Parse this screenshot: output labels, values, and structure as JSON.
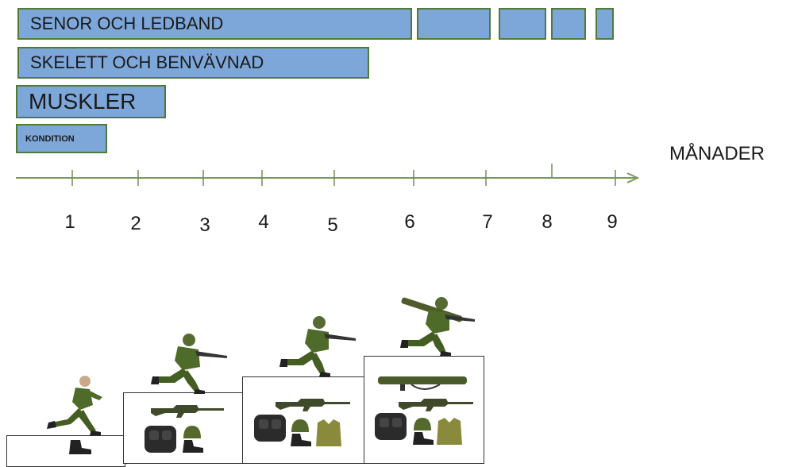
{
  "bars": {
    "tendons": "SENOR OCH LEDBAND",
    "bone": "SKELETT OCH BENVÄVNAD",
    "muscle": "MUSKLER",
    "condition": "KONDITION"
  },
  "axis": {
    "label": "MÅNADER",
    "ticks": [
      "1",
      "2",
      "3",
      "4",
      "5",
      "6",
      "7",
      "8",
      "9"
    ]
  },
  "colors": {
    "bar_fill": "#7da7d9",
    "bar_border": "#4f7a3a",
    "axis": "#7a9a5a",
    "uniform": "#4f6b2a"
  },
  "steps": [
    {
      "name": "level-1",
      "items": [
        "soldier-icon",
        "boots-icon"
      ]
    },
    {
      "name": "level-2",
      "items": [
        "soldier-rifle-icon",
        "rifle-icon",
        "backpack-icon",
        "helmet-icon",
        "boots-icon"
      ]
    },
    {
      "name": "level-3",
      "items": [
        "soldier-rifle-icon",
        "rifle-icon",
        "backpack-icon",
        "helmet-icon",
        "body-armor-icon",
        "boots-icon"
      ]
    },
    {
      "name": "level-4",
      "items": [
        "soldier-launcher-icon",
        "launcher-icon",
        "rifle-icon",
        "backpack-icon",
        "helmet-icon",
        "body-armor-icon",
        "boots-icon"
      ]
    }
  ]
}
